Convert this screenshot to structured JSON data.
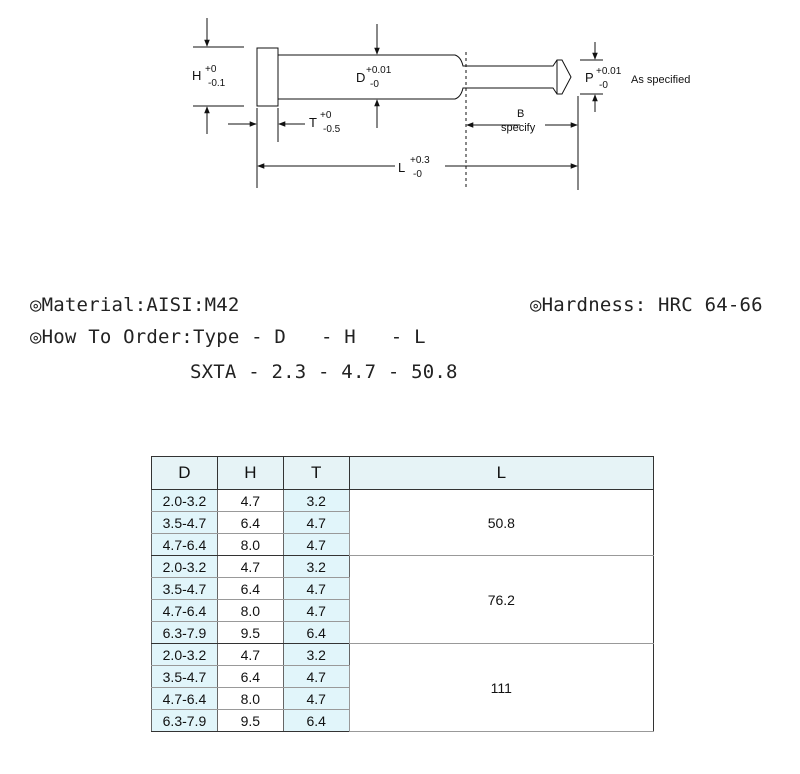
{
  "drawing": {
    "H": "H",
    "H_tol_upper": "+0",
    "H_tol_lower": "-0.1",
    "D": "D",
    "D_tol_upper": "+0.01",
    "D_tol_lower": "-0",
    "T": "T",
    "T_tol_upper": "+0",
    "T_tol_lower": "-0.5",
    "L": "L",
    "L_tol_upper": "+0.3",
    "L_tol_lower": "-0",
    "B": "B",
    "B_note": "specify",
    "P": "P",
    "P_tol_upper": "+0.01",
    "P_tol_lower": "-0",
    "P_note": "As specified"
  },
  "specs": {
    "material": "◎Material:AISI:M42",
    "hardness": "◎Hardness: HRC 64-66",
    "how_to_order": "◎How To Order:Type - D   - H   - L",
    "example": "SXTA - 2.3 - 4.7 - 50.8"
  },
  "table": {
    "headers": [
      "D",
      "H",
      "T",
      "L"
    ],
    "groups": [
      {
        "L": "50.8",
        "rows": [
          {
            "D": "2.0-3.2",
            "H": "4.7",
            "T": "3.2"
          },
          {
            "D": "3.5-4.7",
            "H": "6.4",
            "T": "4.7"
          },
          {
            "D": "4.7-6.4",
            "H": "8.0",
            "T": "4.7"
          }
        ]
      },
      {
        "L": "76.2",
        "rows": [
          {
            "D": "2.0-3.2",
            "H": "4.7",
            "T": "3.2"
          },
          {
            "D": "3.5-4.7",
            "H": "6.4",
            "T": "4.7"
          },
          {
            "D": "4.7-6.4",
            "H": "8.0",
            "T": "4.7"
          },
          {
            "D": "6.3-7.9",
            "H": "9.5",
            "T": "6.4"
          }
        ]
      },
      {
        "L": "111",
        "rows": [
          {
            "D": "2.0-3.2",
            "H": "4.7",
            "T": "3.2"
          },
          {
            "D": "3.5-4.7",
            "H": "6.4",
            "T": "4.7"
          },
          {
            "D": "4.7-6.4",
            "H": "8.0",
            "T": "4.7"
          },
          {
            "D": "6.3-7.9",
            "H": "9.5",
            "T": "6.4"
          }
        ]
      }
    ]
  }
}
